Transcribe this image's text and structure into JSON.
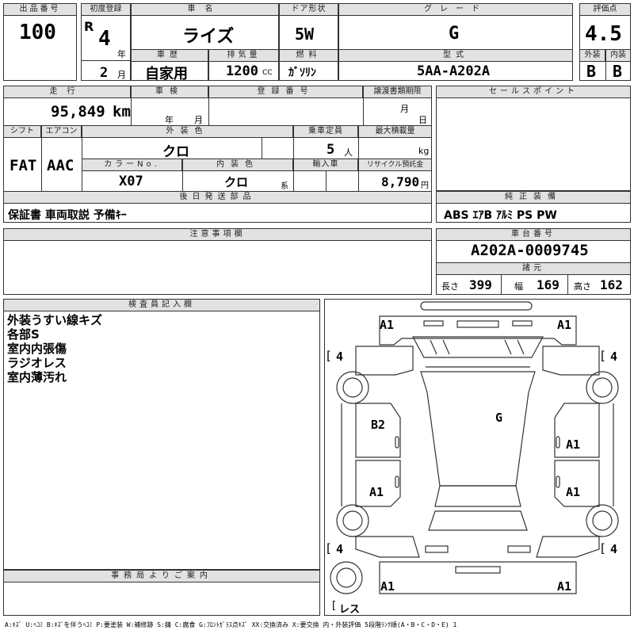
{
  "header": {
    "lot_label": "出品番号",
    "lot_value": "100",
    "first_reg_label": "初度登録",
    "era": "R",
    "reg_year": "4",
    "year_unit": "年",
    "reg_month": "2",
    "month_unit": "月",
    "car_name_label": "車名",
    "car_name_value": "ライズ",
    "history_label": "車歴",
    "history_value": "自家用",
    "displacement_label": "排気量",
    "displacement_value": "1200",
    "displacement_unit": "CC",
    "door_label": "ドア形状",
    "door_value": "5W",
    "fuel_label": "燃料",
    "fuel_value": "ｶﾞｿﾘﾝ",
    "grade_label": "グレード",
    "grade_value": "G",
    "model_label": "型式",
    "model_value": "5AA-A202A",
    "score_label": "評価点",
    "score_value": "4.5",
    "exterior_label": "外装",
    "exterior_value": "B",
    "interior_label": "内装",
    "interior_value": "B"
  },
  "details": {
    "mileage_label": "走行",
    "mileage_value": "95,849",
    "mileage_unit": "km",
    "inspection_label": "車検",
    "year_unit": "年",
    "month_unit": "月",
    "day_unit": "日",
    "registration_label": "登録番号",
    "transfer_label": "譲渡書類期限",
    "shift_label": "シフト",
    "shift_value": "FAT",
    "ac_label": "エアコン",
    "ac_value": "AAC",
    "ext_color_label": "外装色",
    "ext_color_value": "クロ",
    "color_no_label": "カラーNo.",
    "color_no_value": "X07",
    "int_color_label": "内装色",
    "int_color_value": "クロ",
    "int_color_suffix": "系",
    "capacity_label": "乗車定員",
    "capacity_value": "5",
    "capacity_unit": "人",
    "max_load_label": "最大積載量",
    "max_load_unit": "kg",
    "import_label": "輸入車",
    "recycle_label": "リサイクル預託金",
    "recycle_value": "8,790",
    "recycle_unit": "円",
    "later_parts_label": "後日発送部品",
    "later_parts_value": "保証書 車両取説 予備ｷｰ"
  },
  "sales": {
    "sales_points_label": "セールスポイント",
    "equipment_label": "純正装備",
    "equipment_value": "ABS ｴｱB ｱﾙﾐ PS PW",
    "chassis_label": "車台番号",
    "chassis_value": "A202A-0009745",
    "specs_label": "諸元",
    "length_label": "長さ",
    "length_value": "399",
    "width_label": "幅",
    "width_value": "169",
    "height_label": "高さ",
    "height_value": "162"
  },
  "notes": {
    "caution_label": "注意事項欄"
  },
  "inspector": {
    "label": "検査員記入欄",
    "lines": [
      "外装うすい線キズ",
      "各部S",
      "室内内張傷",
      "ラジオレス",
      "室内薄汚れ"
    ]
  },
  "office": {
    "label": "事務局よりご案内"
  },
  "diagram": {
    "marks": {
      "front_left": "A1",
      "front_right": "A1",
      "tire_fl": "4",
      "tire_fr": "4",
      "tire_rl": "4",
      "tire_rr": "4",
      "door_lf": "B2",
      "door_rf": "A1",
      "door_lr": "A1",
      "door_rr": "A1",
      "glass": "G",
      "rear_left": "A1",
      "rear_right": "A1",
      "spare": "レス"
    }
  },
  "legend": "A:ｷｽﾞ U:ﾍｺﾐ B:ｷｽﾞを伴うﾍｺﾐ P:要塗装 W:補修跡 S:錆 C:腐食 G:ﾌﾛﾝﾄｶﾞﾗｽ点ｷｽﾞ XX:交換済み X:要交換  内・外装評価 5段階ﾗﾝｸ順(A・B・C・D・E) 1"
}
